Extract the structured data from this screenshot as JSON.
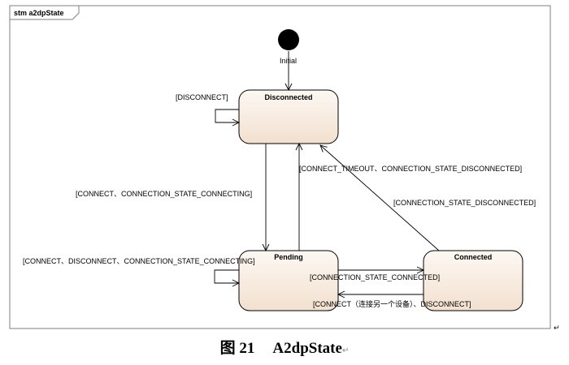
{
  "frame": {
    "title": "stm a2dpState"
  },
  "initial": {
    "label": "Initial"
  },
  "states": {
    "disconnected": "Disconnected",
    "pending": "Pending",
    "connected": "Connected"
  },
  "transitions": {
    "self_disconnected": "[DISCONNECT]",
    "disconnected_to_pending": "[CONNECT、CONNECTION_STATE_CONNECTING]",
    "self_pending": "[CONNECT、DISCONNECT、CONNECTION_STATE_CONNECTING]",
    "pending_to_disconnected": "[CONNECT_TIMEOUT、CONNECTION_STATE_DISCONNECTED]",
    "connected_to_disconnected": "[CONNECTION_STATE_DISCONNECTED]",
    "pending_to_connected": "[CONNECTION_STATE_CONNECTED]",
    "connected_to_pending": "[CONNECT（连接另一个设备）、DISCONNECT]"
  },
  "caption": {
    "number": "图 21",
    "title": "A2dpState"
  },
  "colors": {
    "state_fill_top": "#fdf8f3",
    "state_fill_bottom": "#f2e0cf",
    "stroke": "#000000"
  }
}
